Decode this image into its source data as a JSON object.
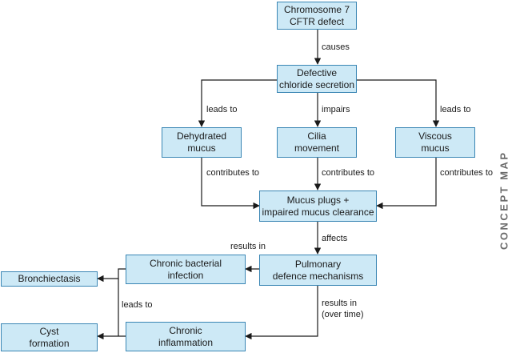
{
  "diagram": {
    "nodes": [
      {
        "id": "chromosome",
        "label": "Chromosome 7\nCFTR defect"
      },
      {
        "id": "defective",
        "label": "Defective\nchloride secretion"
      },
      {
        "id": "dehydrated",
        "label": "Dehydrated\nmucus"
      },
      {
        "id": "cilia",
        "label": "Cilia\nmovement"
      },
      {
        "id": "viscous",
        "label": "Viscous\nmucus"
      },
      {
        "id": "plugs",
        "label": "Mucus plugs +\nimpaired mucus clearance"
      },
      {
        "id": "pulmonary",
        "label": "Pulmonary\ndefence mechanisms"
      },
      {
        "id": "bacterial",
        "label": "Chronic bacterial\ninfection"
      },
      {
        "id": "bronchiectasis",
        "label": "Bronchiectasis"
      },
      {
        "id": "inflammation",
        "label": "Chronic\ninflammation"
      },
      {
        "id": "cyst",
        "label": "Cyst\nformation"
      }
    ],
    "edges": [
      {
        "from": "chromosome",
        "to": "defective",
        "label": "causes"
      },
      {
        "from": "defective",
        "to": "dehydrated",
        "label": "leads to"
      },
      {
        "from": "defective",
        "to": "cilia",
        "label": "impairs"
      },
      {
        "from": "defective",
        "to": "viscous",
        "label": "leads to"
      },
      {
        "from": "dehydrated",
        "to": "plugs",
        "label": "contributes to"
      },
      {
        "from": "cilia",
        "to": "plugs",
        "label": "contributes to"
      },
      {
        "from": "viscous",
        "to": "plugs",
        "label": "contributes to"
      },
      {
        "from": "plugs",
        "to": "pulmonary",
        "label": "affects"
      },
      {
        "from": "pulmonary",
        "to": "bacterial",
        "label": "results in"
      },
      {
        "from": "pulmonary",
        "to": "inflammation",
        "label": "results in\n(over time)"
      },
      {
        "from": "bacterial",
        "to": "bronchiectasis",
        "label": "leads to"
      },
      {
        "from": "inflammation",
        "to": "cyst",
        "label": ""
      }
    ],
    "side_label": "CONCEPT MAP",
    "colors": {
      "node_fill": "#cde9f6",
      "node_border": "#3a86b4",
      "line": "#1a1a1a"
    }
  }
}
